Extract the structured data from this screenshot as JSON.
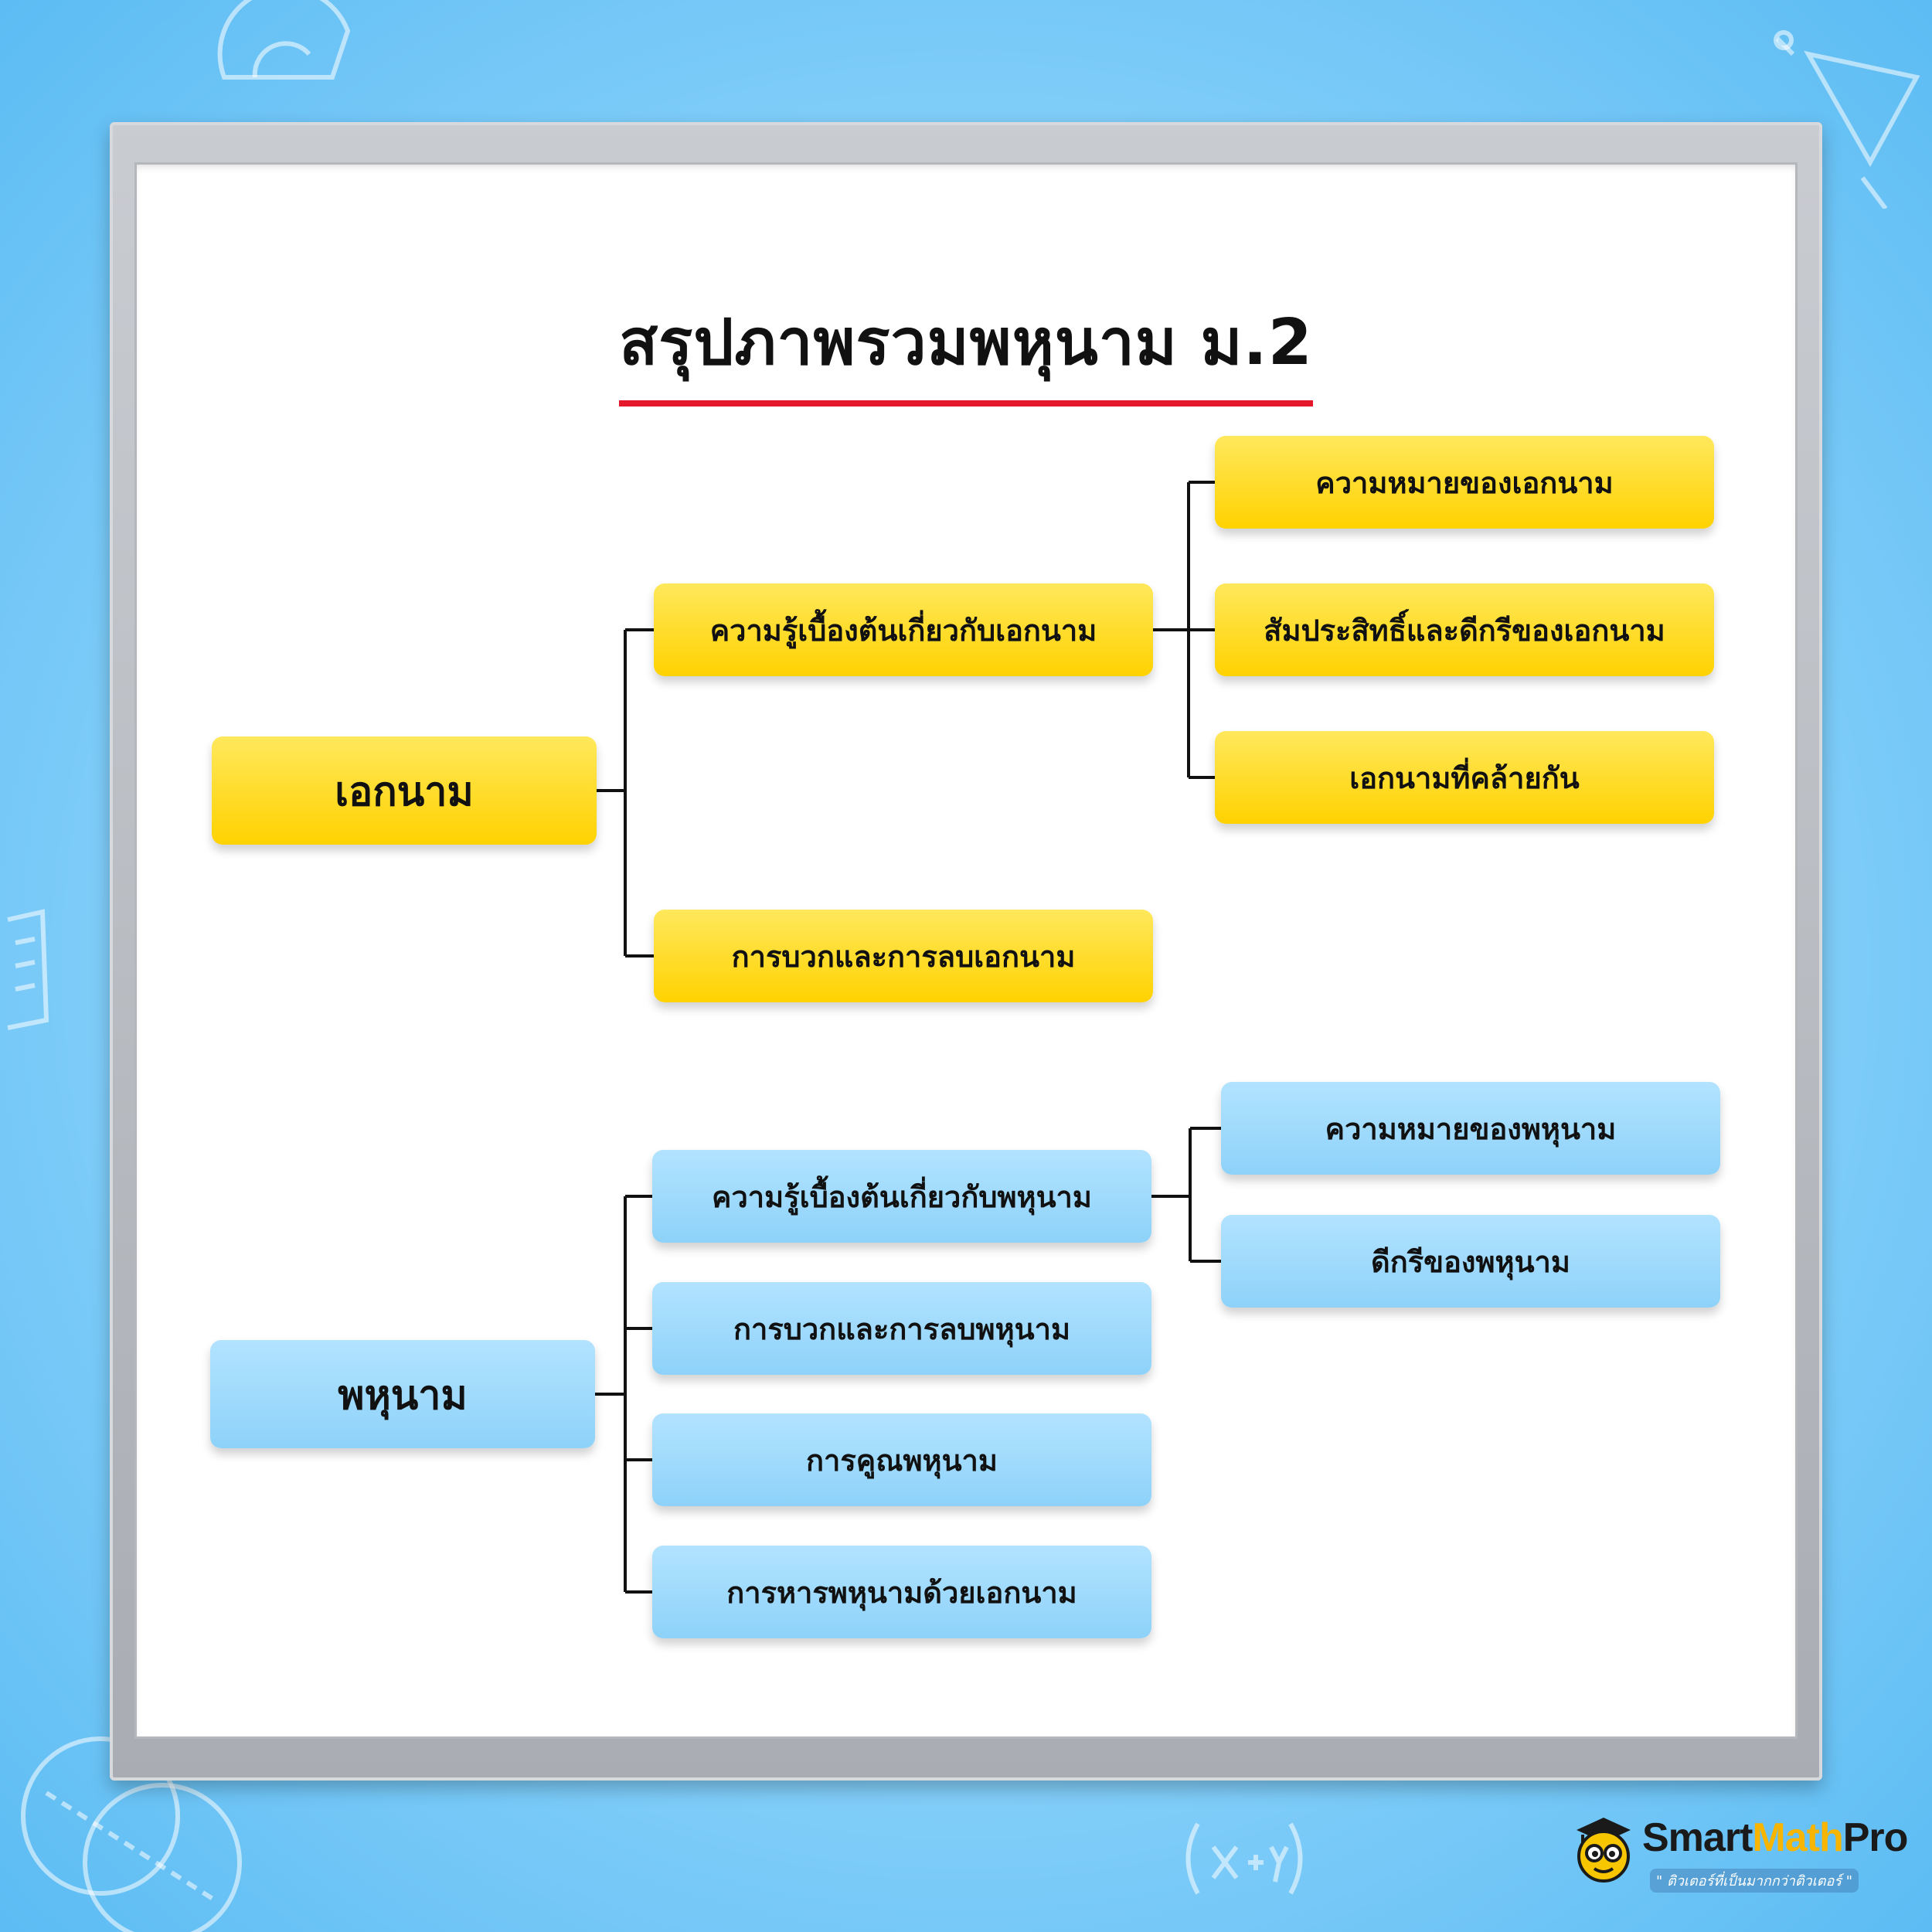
{
  "title": "สรุปภาพรวมพหุนาม ม.2",
  "tree": {
    "monomial": {
      "label": "เอกนาม",
      "basics": {
        "label": "ความรู้เบื้องต้นเกี่ยวกับเอกนาม",
        "children": [
          "ความหมายของเอกนาม",
          "สัมประสิทธิ์และดีกรีของเอกนาม",
          "เอกนามที่คล้ายกัน"
        ]
      },
      "add_sub": "การบวกและการลบเอกนาม"
    },
    "polynomial": {
      "label": "พหุนาม",
      "basics": {
        "label": "ความรู้เบื้องต้นเกี่ยวกับพหุนาม",
        "children": [
          "ความหมายของพหุนาม",
          "ดีกรีของพหุนาม"
        ]
      },
      "add_sub": "การบวกและการลบพหุนาม",
      "multiply": "การคูณพหุนาม",
      "divide": "การหารพหุนามด้วยเอกนาม"
    }
  },
  "logo": {
    "name_part1": "Smart",
    "name_part2": "Math",
    "name_part3": "Pro",
    "tagline": "\" ติวเตอร์ที่เป็นมากกว่าติวเตอร์ \""
  },
  "colors": {
    "monomial_box": "#ffd200",
    "polynomial_box": "#8ed2f9",
    "title_underline": "#e5172b",
    "background": "#8fd4fb"
  }
}
